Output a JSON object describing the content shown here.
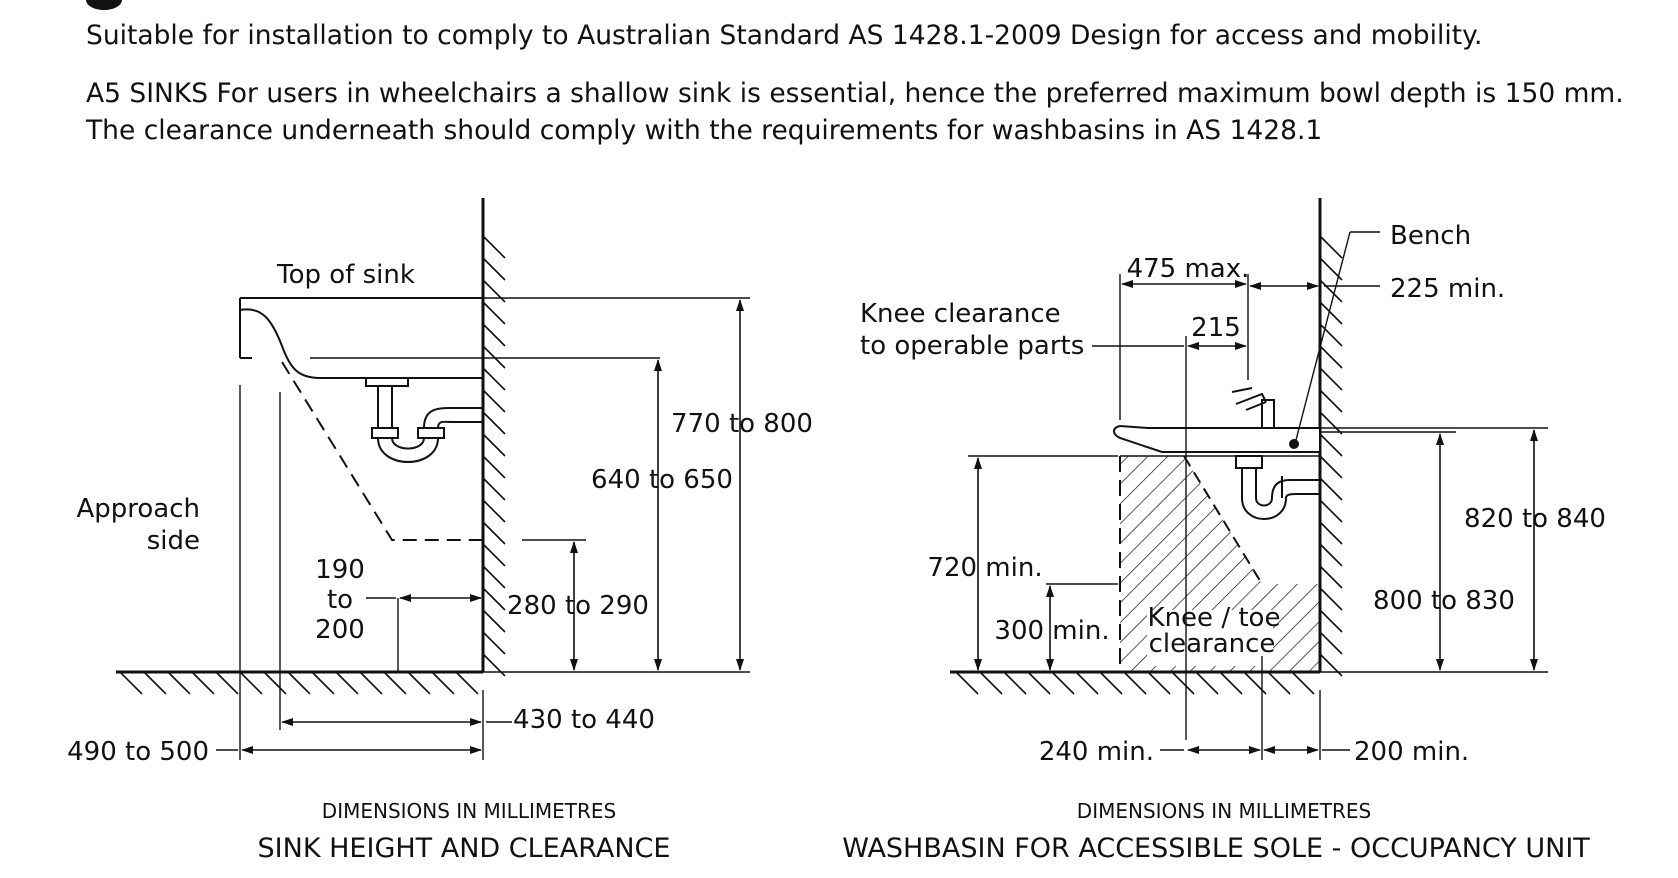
{
  "intro": {
    "line1": "Suitable for installation to comply to Australian Standard AS 1428.1-2009 Design for access and mobility.",
    "line2": "A5 SINKS For users in wheelchairs a shallow sink is essential, hence the preferred maximum bowl depth is 150 mm.",
    "line3": "The clearance underneath should comply with the requirements for washbasins in AS 1428.1"
  },
  "left_diagram": {
    "top_of_sink": "Top of sink",
    "approach_1": "Approach",
    "approach_2": "side",
    "dim_770_800": "770 to 800",
    "dim_640_650": "640 to 650",
    "dim_190_a": "190",
    "dim_190_b": "to",
    "dim_190_c": "200",
    "dim_280_290": "280 to 290",
    "dim_430_440": "430 to 440",
    "dim_490_500": "490 to 500",
    "caption_small": "DIMENSIONS IN MILLIMETRES",
    "caption_large": "SINK HEIGHT AND CLEARANCE"
  },
  "right_diagram": {
    "bench": "Bench",
    "dim_475": "475 max.",
    "dim_225": "225 min.",
    "knee_1": "Knee clearance",
    "knee_2": "to operable parts",
    "dim_215": "215",
    "dim_820_840": "820 to 840",
    "dim_720": "720 min.",
    "dim_800_830": "800 to 830",
    "dim_300": "300 min.",
    "knee_toe_1": "Knee / toe",
    "knee_toe_2": "clearance",
    "dim_240": "240 min.",
    "dim_200": "200 min.",
    "caption_small": "DIMENSIONS IN MILLIMETRES",
    "caption_large": "WASHBASIN FOR ACCESSIBLE SOLE - OCCUPANCY UNIT"
  }
}
